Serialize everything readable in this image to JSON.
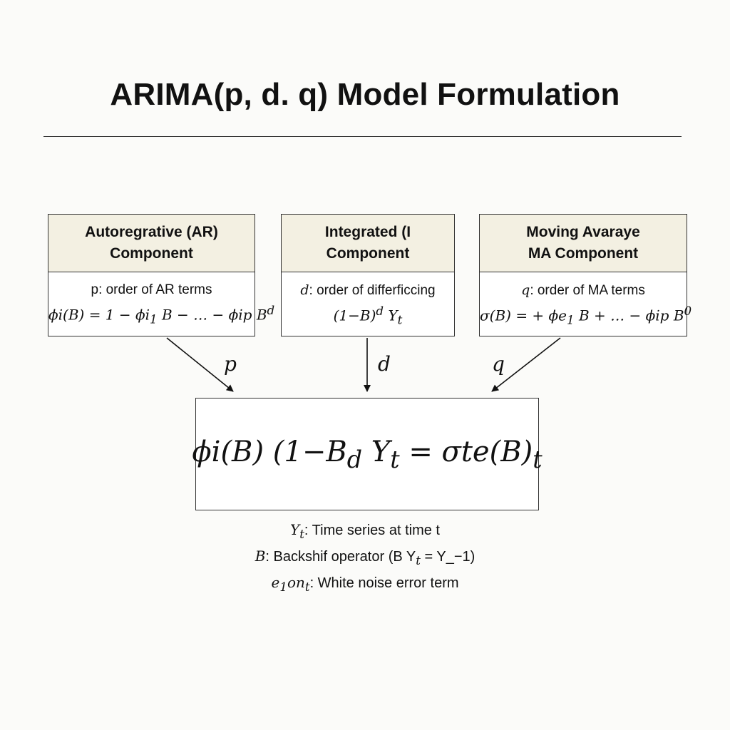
{
  "title": "ARIMA(p, d. q) Model Formulation",
  "components": [
    {
      "head_line1": "Autoregrative (AR)",
      "head_line2": "Component",
      "desc_var": "p",
      "desc_text": ": order of AR terms",
      "formula_main": "ϕi(B) = 1 − ϕi",
      "formula_sub": "1",
      "formula_rest": " B − … − ϕip B",
      "formula_sup": "d"
    },
    {
      "head_line1": "Integrated (I",
      "head_line2": "Component",
      "desc_var": "d",
      "desc_text": ": order of differficcing",
      "formula_main": "(1−B)",
      "formula_sup": "d",
      "formula_rest": " Y",
      "formula_sub": "t"
    },
    {
      "head_line1": "Moving Avaraye",
      "head_line2": "MA Component",
      "desc_var": "q",
      "desc_text": ": order of MA terms",
      "formula_main": "σ(B) = + ϕe",
      "formula_sub": "1",
      "formula_rest": " B + … − ϕip B",
      "formula_sup": "0"
    }
  ],
  "arrow_labels": {
    "p": "p",
    "d": "d",
    "q": "q"
  },
  "main_equation": {
    "part1": "ϕi(B) (1−B",
    "sub1": "d",
    "part2": " Y",
    "sub2": "t",
    "part3": " = σte(B)",
    "sub3": "t"
  },
  "legend": {
    "y_var": "Y",
    "y_sub": "t",
    "y_text": ": Time series at time t",
    "b_var": "B",
    "b_text_a": ": Backshif operator (B Y",
    "b_sub": "t",
    "b_text_b": " = Y_−1)",
    "e_var": "e",
    "e_sub1": "1",
    "e_mid": "on",
    "e_sub2": "t",
    "e_text": ": White noise error term"
  }
}
